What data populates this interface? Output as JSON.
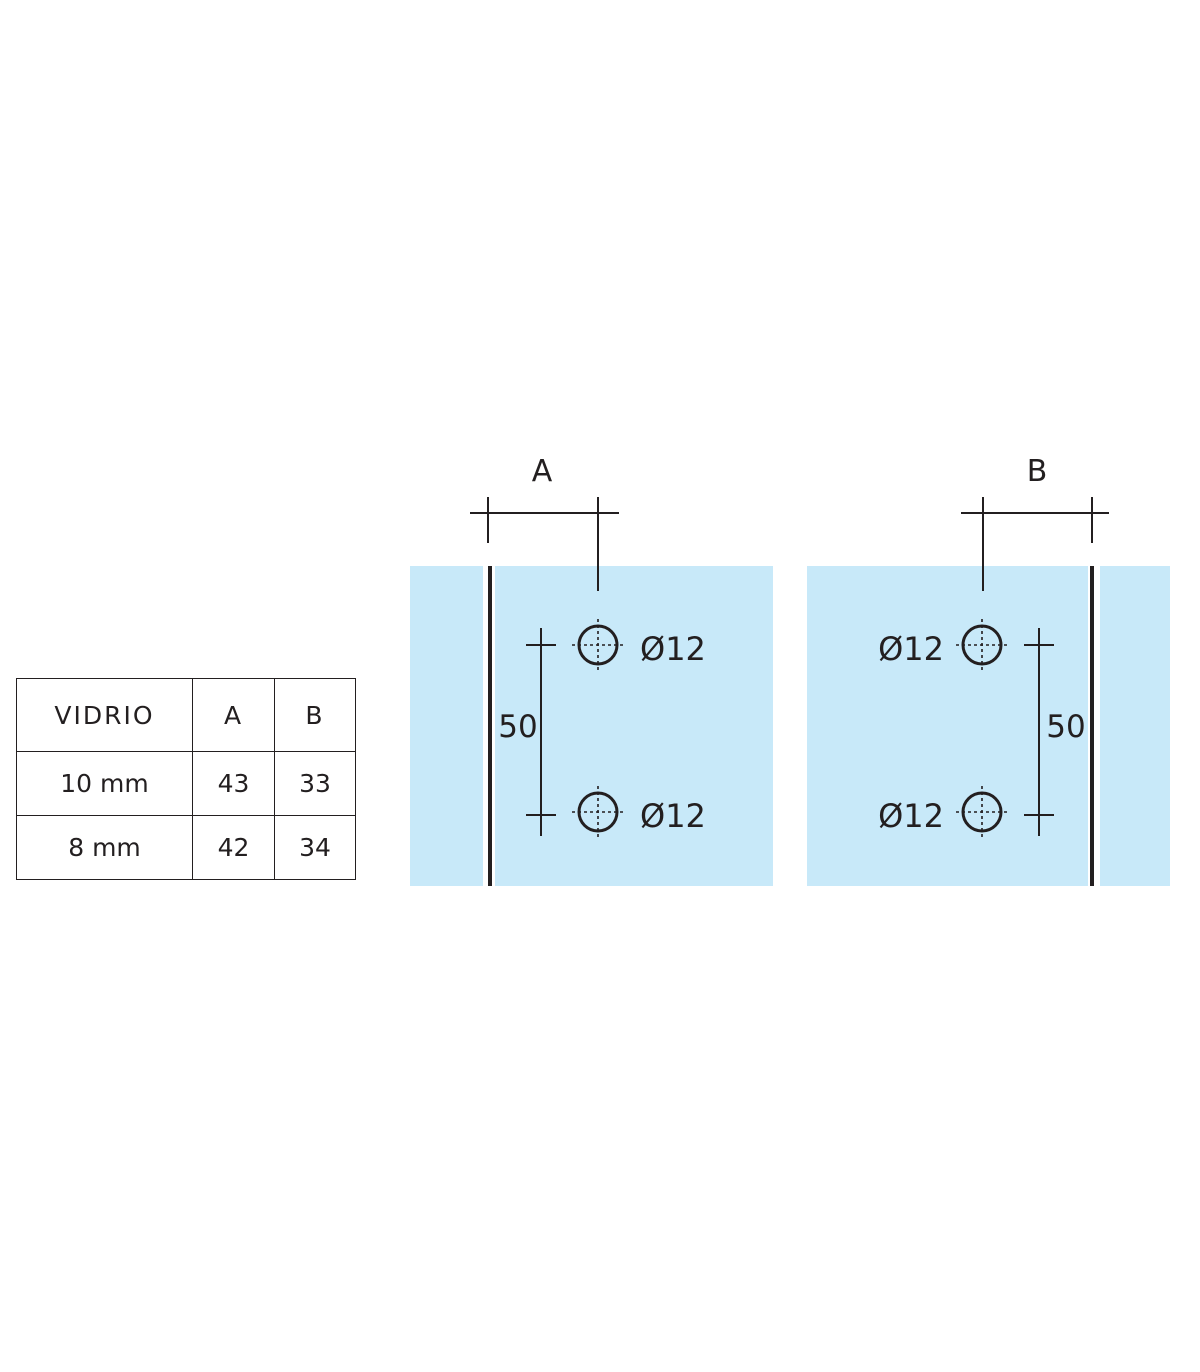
{
  "table": {
    "headers": [
      "VIDRIO",
      "A",
      "B"
    ],
    "rows": [
      [
        "10 mm",
        "43",
        "33"
      ],
      [
        "8 mm",
        "42",
        "34"
      ]
    ]
  },
  "diagram_a": {
    "dimension_label": "A",
    "spacing_label": "50",
    "hole_top_label": "Ø12",
    "hole_bottom_label": "Ø12"
  },
  "diagram_b": {
    "dimension_label": "B",
    "spacing_label": "50",
    "hole_top_label": "Ø12",
    "hole_bottom_label": "Ø12"
  },
  "colors": {
    "glass": "#c8e9f9",
    "line": "#231f20",
    "background": "#ffffff"
  }
}
